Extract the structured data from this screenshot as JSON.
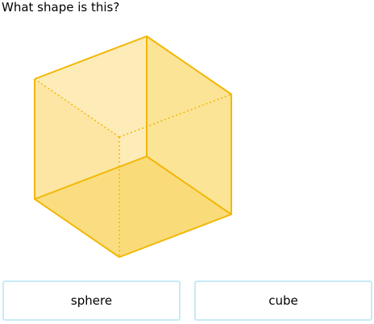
{
  "question": {
    "text": "What shape is this?"
  },
  "figure": {
    "icon": "cube-figure-icon",
    "fill_color": "#fbd96a",
    "edge_color": "#f2b705"
  },
  "answers": [
    {
      "label": "sphere"
    },
    {
      "label": "cube"
    }
  ]
}
